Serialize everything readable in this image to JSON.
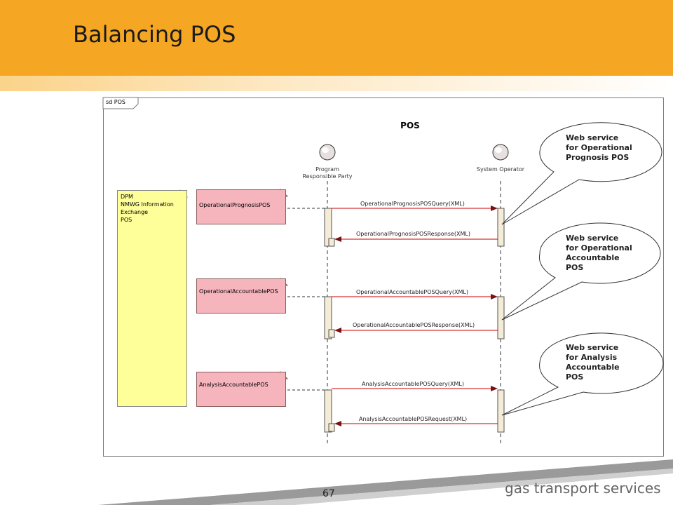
{
  "slide": {
    "title": "Balancing POS",
    "page_number": "67",
    "brand": "gas transport services"
  },
  "diagram": {
    "frame_label": "sd POS",
    "title": "POS",
    "actors": [
      {
        "label": "Program Responsible Party"
      },
      {
        "label": "System Operator"
      }
    ],
    "note": "DPM\nNMWG Information\nExchange\nPOS",
    "requirements": [
      {
        "label": "OperationalPrognosisPOS"
      },
      {
        "label": "OperationalAccountablePOS"
      },
      {
        "label": "AnalysisAccountablePOS"
      }
    ],
    "messages": [
      {
        "label": "OperationalPrognosisPOSQuery(XML)"
      },
      {
        "label": "OperationalPrognosisPOSResponse(XML)"
      },
      {
        "label": "OperationalAccountablePOSQuery(XML)"
      },
      {
        "label": "OperationalAccountablePOSResponse(XML)"
      },
      {
        "label": "AnalysisAccountablePOSQuery(XML)"
      },
      {
        "label": "AnalysisAccountablePOSRequest(XML)"
      }
    ],
    "callouts": [
      {
        "text": "Web service\nfor Operational\nPrognosis POS"
      },
      {
        "text": "Web service\nfor Operational\nAccountable\nPOS"
      },
      {
        "text": "Web service\nfor Analysis\nAccountable\nPOS"
      }
    ]
  },
  "colors": {
    "header": "#f5a623",
    "note": "#ffff99",
    "requirement": "#f6b4bd",
    "arrow": "#cc0000",
    "arrowhead": "#7a1010"
  }
}
